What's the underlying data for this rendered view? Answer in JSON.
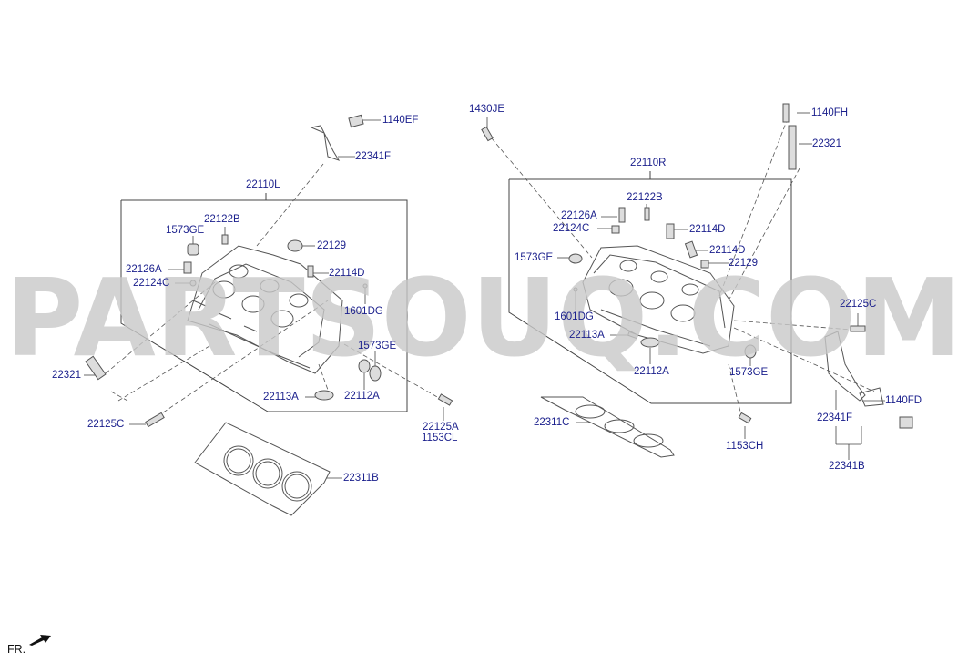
{
  "watermark": "PARTSOUQ.COM",
  "direction_label": "FR.",
  "colors": {
    "label": "#1a1f8c",
    "line": "#444444",
    "part": "#555555",
    "watermark": "#c8c8c8"
  },
  "groups": {
    "left_head": "22110L",
    "right_head": "22110R"
  },
  "labels": {
    "l_1140EF": "1140EF",
    "l_22341F": "22341F",
    "l_22110L": "22110L",
    "l_22122B": "22122B",
    "l_1573GE_a": "1573GE",
    "l_22129": "22129",
    "l_22126A": "22126A",
    "l_22114D": "22114D",
    "l_22124C": "22124C",
    "l_1601DG": "1601DG",
    "l_1573GE_b": "1573GE",
    "l_22321": "22321",
    "l_22113A": "22113A",
    "l_22112A": "22112A",
    "l_22125C": "22125C",
    "l_22125A": "22125A",
    "l_1153CL": "1153CL",
    "l_22311B": "22311B",
    "r_1430JE": "1430JE",
    "r_1140FH": "1140FH",
    "r_22321": "22321",
    "r_22110R": "22110R",
    "r_22122B": "22122B",
    "r_22126A": "22126A",
    "r_22124C": "22124C",
    "r_22114D_a": "22114D",
    "r_22114D_b": "22114D",
    "r_1573GE_a": "1573GE",
    "r_22129": "22129",
    "r_1601DG": "1601DG",
    "r_22113A": "22113A",
    "r_22112A": "22112A",
    "r_1573GE_b": "1573GE",
    "r_22125C": "22125C",
    "r_1140FD": "1140FD",
    "r_22341F": "22341F",
    "r_22341B": "22341B",
    "r_22311C": "22311C",
    "r_1153CH": "1153CH"
  }
}
